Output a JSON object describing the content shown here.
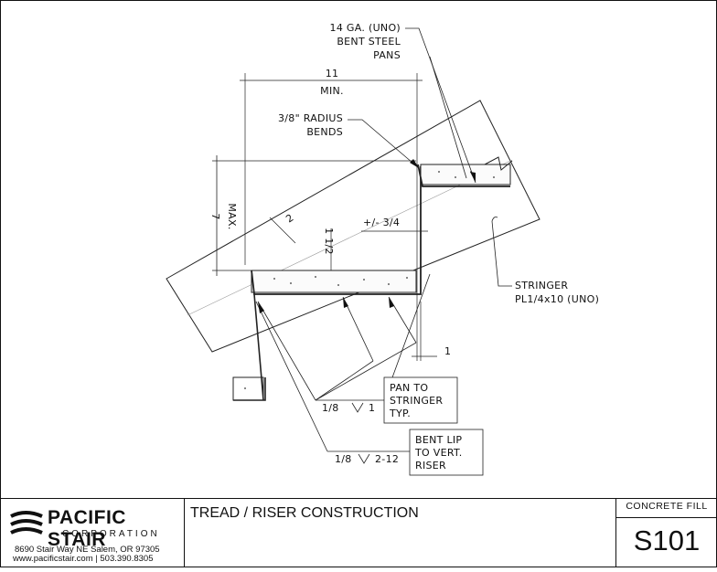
{
  "notes": {
    "pans_line1": "14 GA. (UNO)",
    "pans_line2": "BENT STEEL",
    "pans_line3": "PANS",
    "radius_line1": "3/8\" RADIUS",
    "radius_line2": "BENDS",
    "stringer_line1": "STRINGER",
    "stringer_line2": "PL1/4x10 (UNO)",
    "pan_to_stringer_line1": "PAN TO",
    "pan_to_stringer_line2": "STRINGER",
    "pan_to_stringer_line3": "TYP.",
    "bent_lip_line1": "BENT LIP",
    "bent_lip_line2": "TO VERT.",
    "bent_lip_line3": "RISER"
  },
  "dimensions": {
    "tread_width": "11",
    "tread_width_qualifier": "MIN.",
    "riser_height": "7",
    "riser_height_qualifier": "MAX.",
    "offset_2": "2",
    "pan_depth": "1 1/2",
    "nosing": "+/- 3/4",
    "bottom_offset": "1"
  },
  "welds": {
    "pan_weld_size": "1/8",
    "pan_weld_length": "1",
    "lip_weld_size": "1/8",
    "lip_weld_length": "2-12"
  },
  "title_block": {
    "company_name": "PACIFIC STAIR",
    "company_sub": "CORPORATION",
    "address": "8690 Stair Way NE Salem, OR 97305",
    "web_phone": "www.pacificstair.com  |  503.390.8305",
    "drawing_title": "TREAD / RISER CONSTRUCTION",
    "fill_type": "CONCRETE FILL",
    "sheet_number": "S101"
  }
}
